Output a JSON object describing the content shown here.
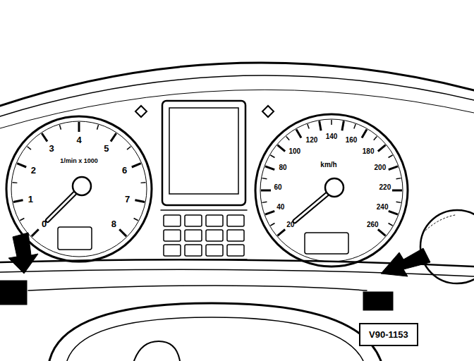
{
  "diagram": {
    "nodes": [
      {
        "text": [
          "V90-1153"
        ]
      }
    ],
    "labels": [
      "0",
      "1",
      "2",
      "3",
      "4",
      "5",
      "6",
      "7",
      "8",
      "1/min x 1000",
      "20",
      "40",
      "60",
      "80",
      "100",
      "120",
      "140",
      "160",
      "180",
      "200",
      "220",
      "240",
      "260",
      "km/h"
    ]
  }
}
